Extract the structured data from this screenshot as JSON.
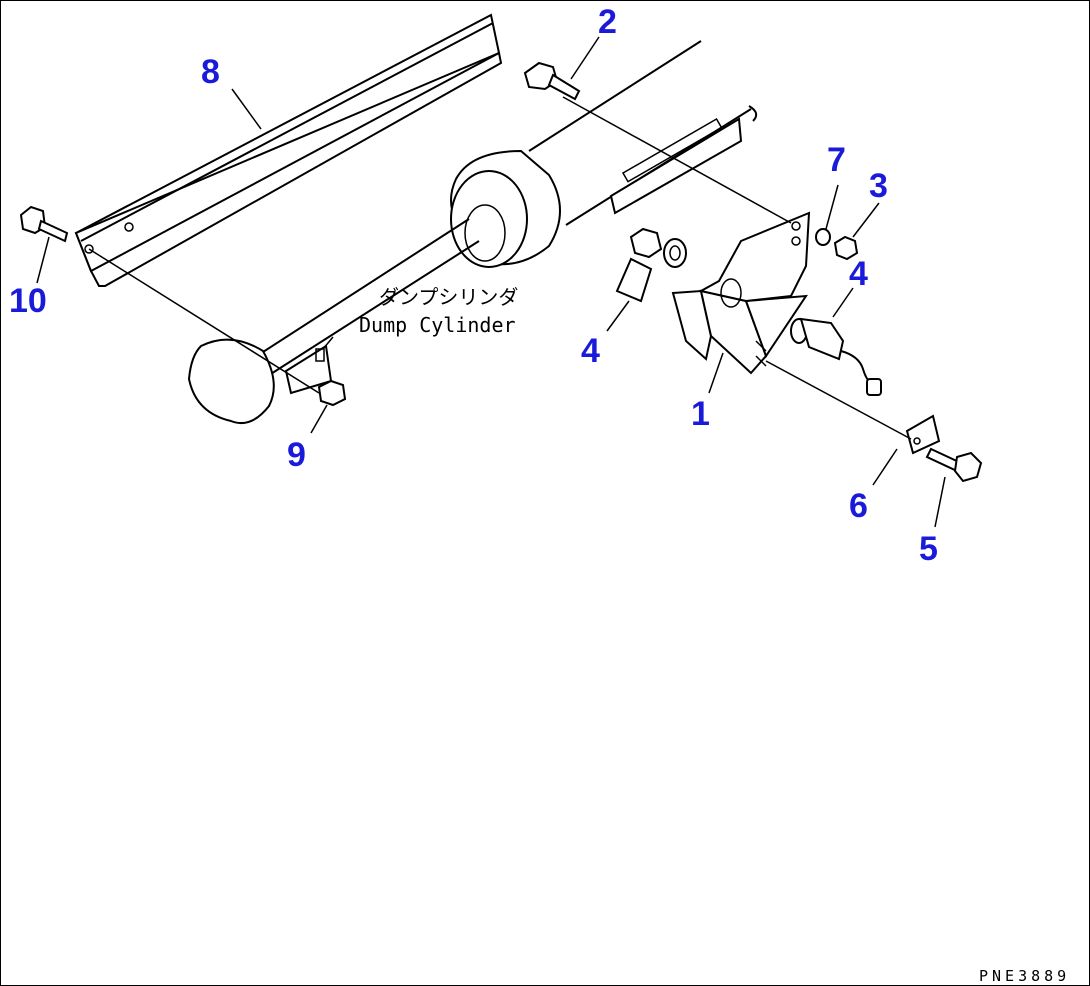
{
  "callouts": {
    "c1": "1",
    "c2": "2",
    "c3": "3",
    "c4a": "4",
    "c4b": "4",
    "c5": "5",
    "c6": "6",
    "c7": "7",
    "c8": "8",
    "c9": "9",
    "c10": "10"
  },
  "labels": {
    "cylinder_jp": "ダンプシリンダ",
    "cylinder_en": "Dump Cylinder"
  },
  "ref_code": "PNE3889",
  "colors": {
    "callout": "#1a1adb",
    "line": "#000000",
    "background": "#ffffff"
  }
}
